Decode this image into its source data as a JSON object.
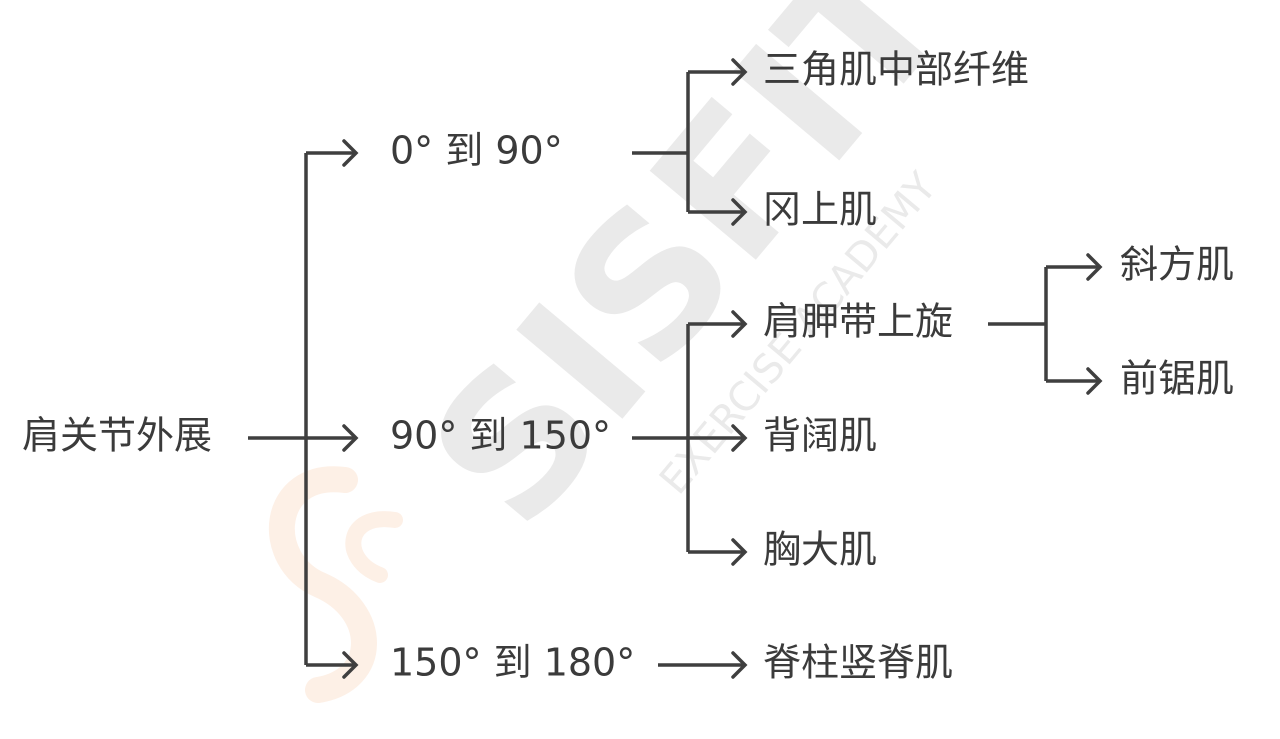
{
  "diagram": {
    "root": {
      "label": "肩关节外展"
    },
    "stages": [
      {
        "label": "0° 到 90°",
        "muscles": [
          {
            "label": "三角肌中部纤维"
          },
          {
            "label": "冈上肌"
          }
        ]
      },
      {
        "label": "90° 到 150°",
        "muscles": [
          {
            "label": "肩胛带上旋"
          },
          {
            "label": "背阔肌"
          },
          {
            "label": "胸大肌"
          }
        ]
      },
      {
        "label": "150° 到 180°",
        "muscles": [
          {
            "label": "脊柱竖脊肌"
          }
        ]
      }
    ],
    "sub_branch": {
      "parent": "肩胛带上旋",
      "children": [
        {
          "label": "斜方肌"
        },
        {
          "label": "前锯肌"
        }
      ]
    },
    "line_color": "#3f3f3f",
    "text_color": "#3b3b3b"
  },
  "watermark": {
    "brand": "SISFIT",
    "tagline": "EXERCISE ACADEMY",
    "logo_color": "#fbe3d2",
    "text_color": "#d9d9d9"
  }
}
